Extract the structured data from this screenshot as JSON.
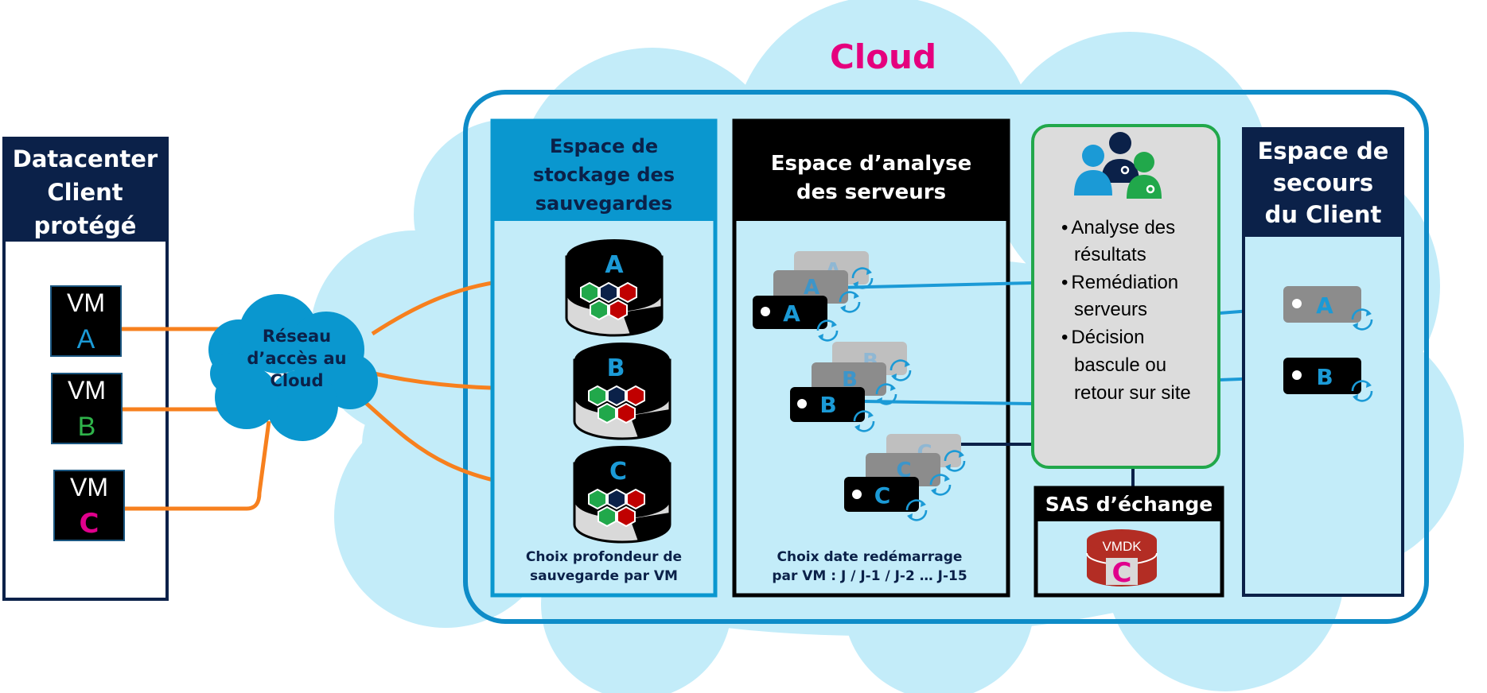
{
  "colors": {
    "navy": "#0b2149",
    "cloud_bg": "#c3ecf9",
    "frame_blue": "#0e8cc8",
    "panel_blue": "#0a97cf",
    "orange": "#f7801e",
    "green": "#21a84b",
    "magenta": "#e5007e",
    "vm_blue": "#1b9ad6",
    "vm_green": "#2fb34a",
    "vm_magenta": "#e0008c",
    "grey_panel": "#dcdcdc",
    "grey_box": "#e6e6e6"
  },
  "cloud": {
    "title": "Cloud"
  },
  "datacenter": {
    "title_lines": [
      "Datacenter",
      "Client",
      "protégé"
    ],
    "vms": [
      {
        "top": "VM",
        "letter": "A",
        "color": "#1b9ad6"
      },
      {
        "top": "VM",
        "letter": "B",
        "color": "#2fb34a"
      },
      {
        "top": "VM",
        "letter": "C",
        "color": "#e0008c"
      }
    ]
  },
  "network": {
    "label_lines": [
      "Réseau",
      "d’accès au",
      "Cloud"
    ]
  },
  "storage": {
    "title_lines": [
      "Espace de",
      "stockage des",
      "sauvegardes"
    ],
    "disks": [
      "A",
      "B",
      "C"
    ],
    "footer_lines": [
      "Choix profondeur de",
      "sauvegarde par VM"
    ]
  },
  "analysis": {
    "title_lines": [
      "Espace d’analyse",
      "des serveurs"
    ],
    "servers": [
      "A",
      "B",
      "C"
    ],
    "footer_lines": [
      "Choix date redémarrage",
      "par VM : J /  J-1 / J-2 … J-15"
    ]
  },
  "experts": {
    "icon": "team-people-gear-icon",
    "bullets": [
      {
        "lines": [
          "Analyse des",
          "résultats"
        ]
      },
      {
        "lines": [
          "Remédiation",
          "serveurs"
        ]
      },
      {
        "lines": [
          "Décision",
          "bascule ou",
          "retour sur site"
        ]
      }
    ]
  },
  "sas": {
    "title": "SAS d’échange",
    "disk_label": "VMDK",
    "disk_letter": "C"
  },
  "secours": {
    "title_lines": [
      "Espace de",
      "secours",
      "du Client"
    ],
    "servers": [
      "A",
      "B"
    ]
  }
}
